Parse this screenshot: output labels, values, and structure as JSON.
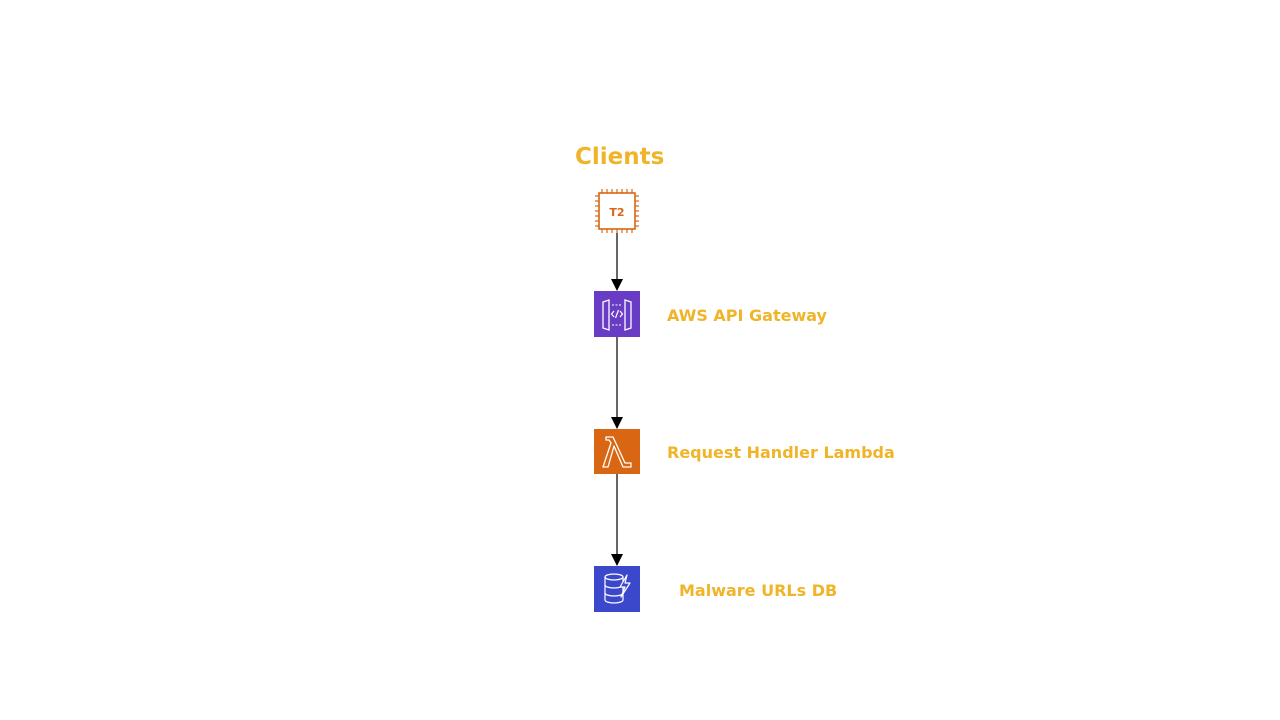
{
  "diagram": {
    "title": "Clients",
    "nodes": [
      {
        "id": "client",
        "icon": "ec2-t2-instance-icon",
        "chip_text": "T2",
        "color": "#d86613"
      },
      {
        "id": "gateway",
        "icon": "api-gateway-icon",
        "label": "AWS API Gateway",
        "color": "#693cc5"
      },
      {
        "id": "lambda",
        "icon": "lambda-icon",
        "label": "Request Handler Lambda",
        "color": "#d86613"
      },
      {
        "id": "db",
        "icon": "dynamodb-icon",
        "label": "Malware URLs DB",
        "color": "#3b48cc"
      }
    ],
    "edges": [
      {
        "from": "client",
        "to": "gateway"
      },
      {
        "from": "gateway",
        "to": "lambda"
      },
      {
        "from": "lambda",
        "to": "db"
      }
    ],
    "label_color": "#f0b429"
  }
}
